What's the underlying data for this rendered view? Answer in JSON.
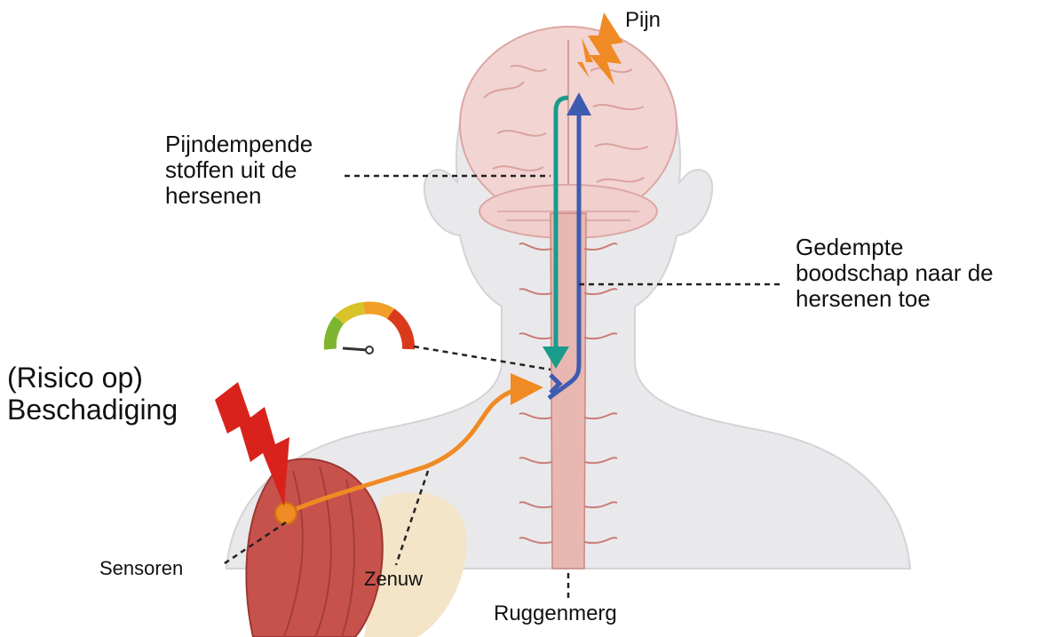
{
  "labels": {
    "pain": "Pijn",
    "descending_inhibition": "Pijndempende\nstoffen uit de\nhersenen",
    "dampened_message": "Gedempte\nboodschap naar de\nhersenen toe",
    "damage": "(Risico op)\nBeschadiging",
    "sensors": "Sensoren",
    "nerve": "Zenuw",
    "spinal_cord": "Ruggenmerg"
  },
  "colors": {
    "ascending_arrow": "#3d5cb0",
    "descending_arrow": "#1a9b8c",
    "nerve_signal": "#f08a24",
    "damage_bolt": "#d9221c",
    "pain_bolt": "#f08a24",
    "silhouette": "#e9e9eb",
    "brain": "#f2d4d2",
    "spinal_cord": "#e8b7b2",
    "muscle": "#c7524c"
  },
  "icons": {
    "gauge": "pain-gauge-icon",
    "damage": "lightning-bolt-icon",
    "pain": "lightning-bolt-icon"
  }
}
